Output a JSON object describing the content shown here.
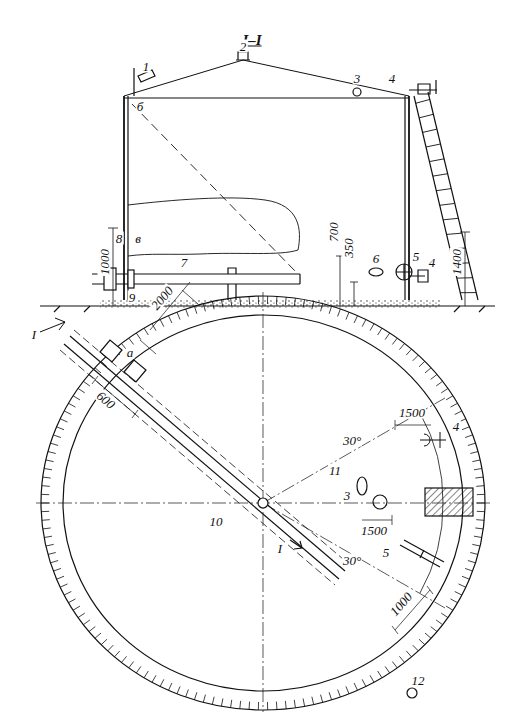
{
  "diagram": {
    "title": "I–I",
    "labels": [
      "1",
      "2",
      "3",
      "4",
      "б",
      "в",
      "8",
      "7",
      "1000",
      "700",
      "350",
      "6",
      "5",
      "4",
      "1400",
      "9",
      "а",
      "I",
      "а",
      "2000",
      "600",
      "1500",
      "4",
      "30°",
      "11",
      "3",
      "1500",
      "10",
      "I",
      "30°",
      "5",
      "1000",
      "12"
    ]
  }
}
